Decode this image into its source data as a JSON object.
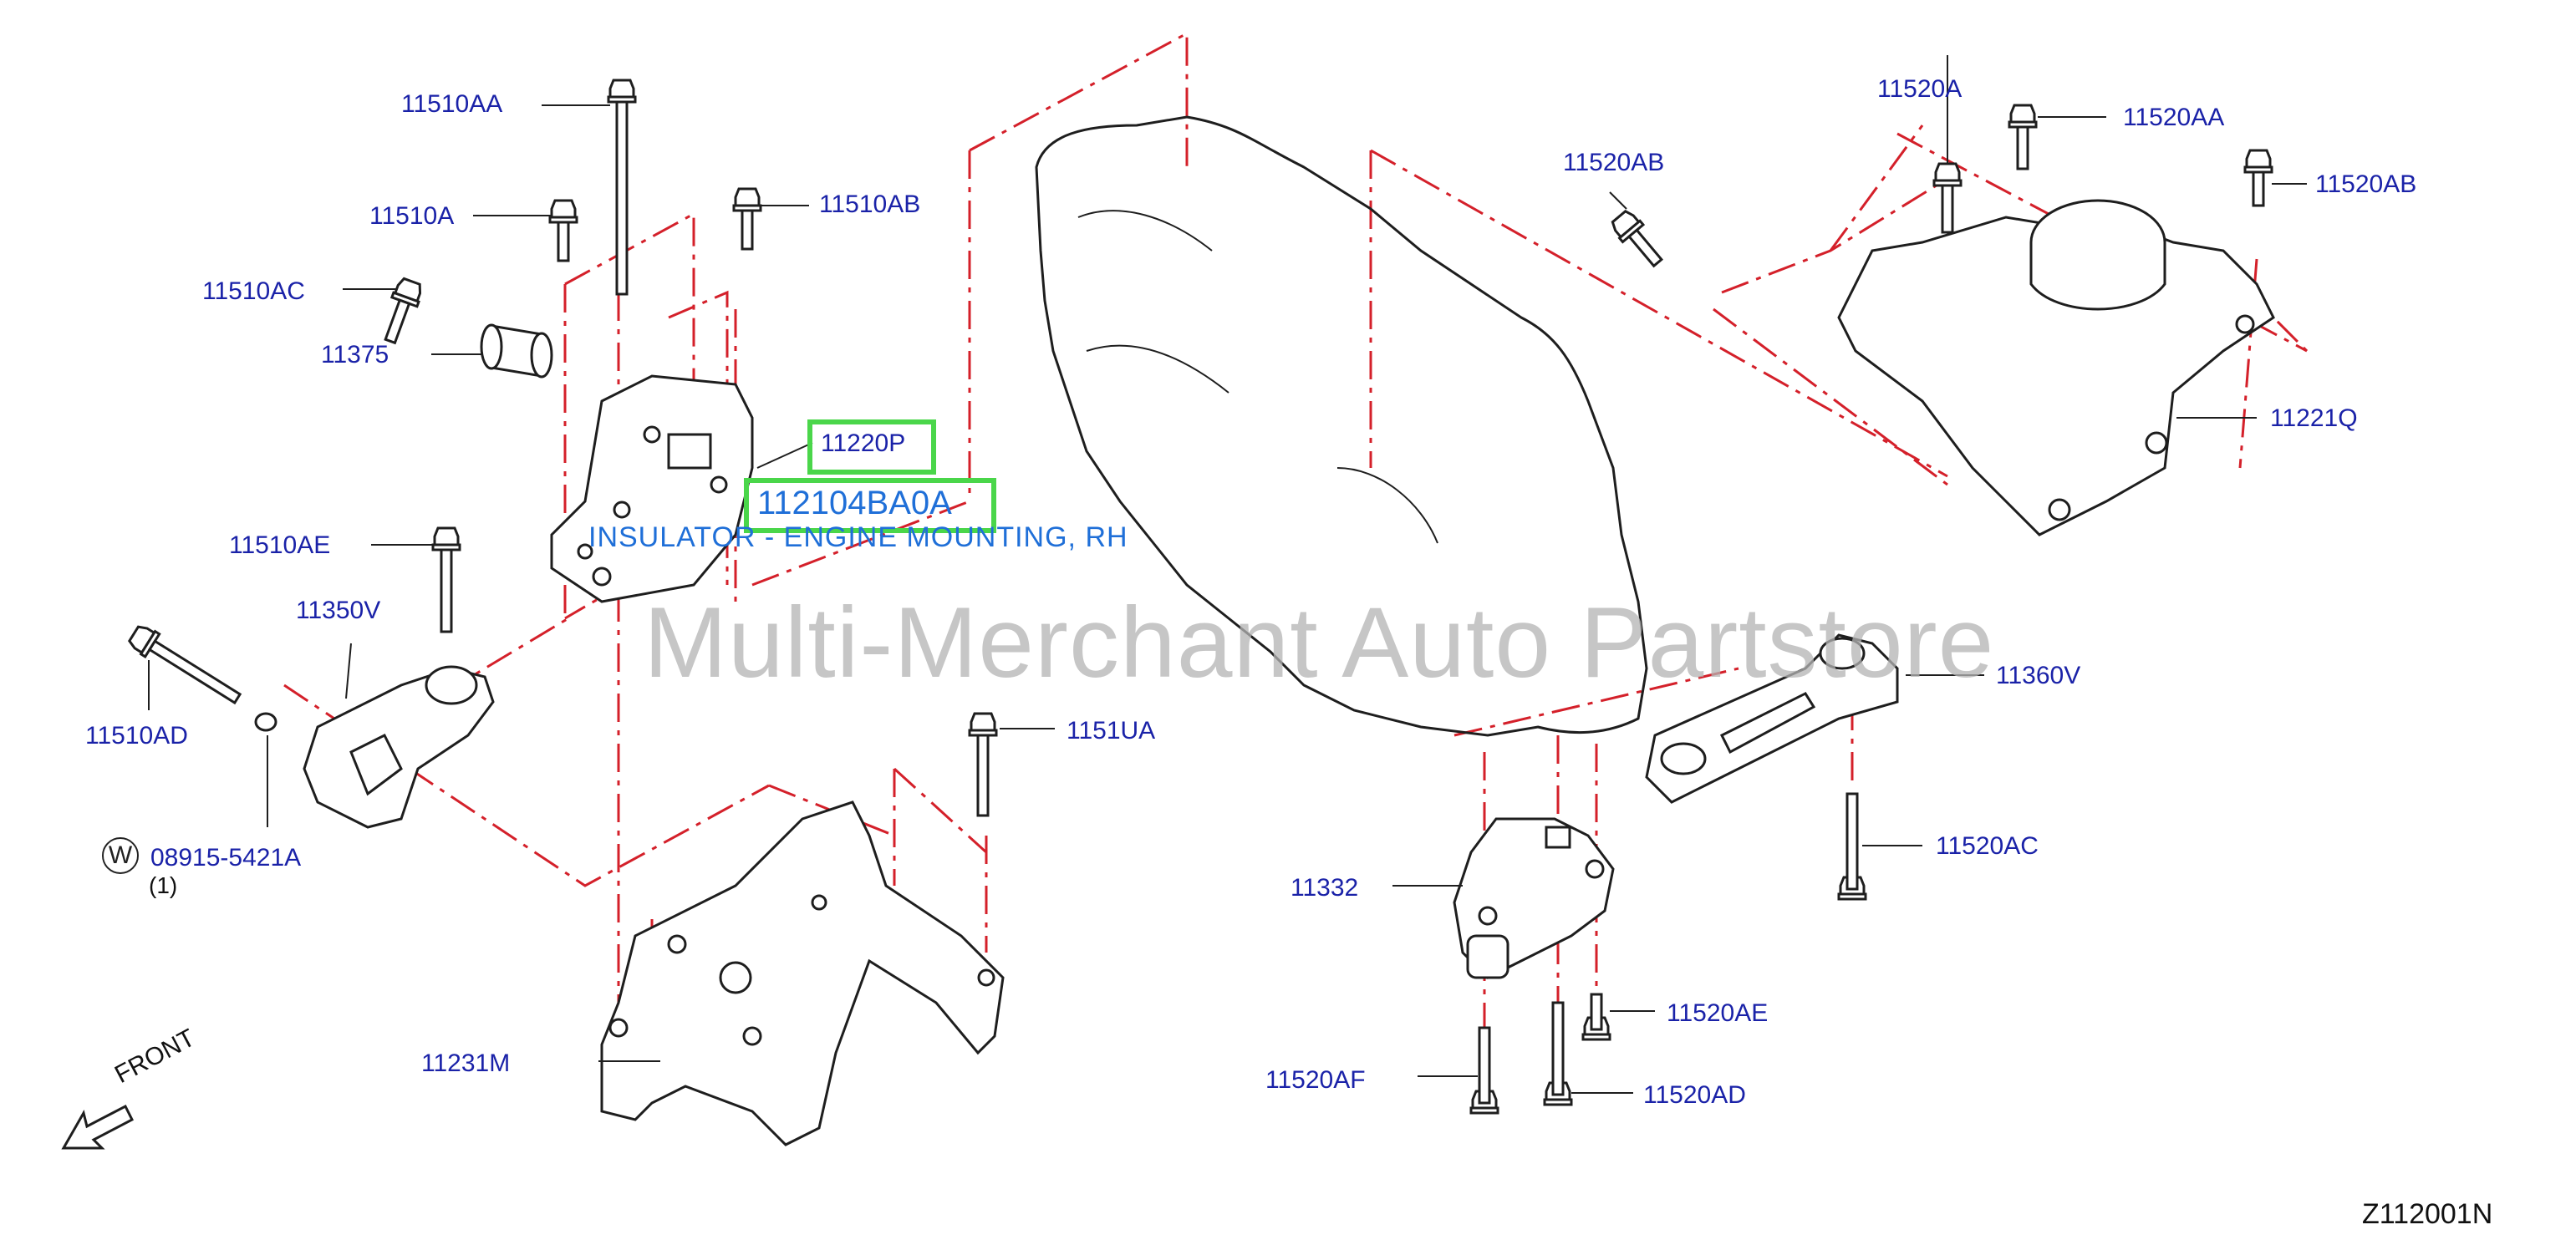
{
  "labels": {
    "p11510AA": "11510AA",
    "p11510A": "11510A",
    "p11510AB": "11510AB",
    "p11510AC": "11510AC",
    "p11375": "11375",
    "p11510AE": "11510AE",
    "p11350V": "11350V",
    "p11510AD": "11510AD",
    "p08915": "08915-5421A",
    "p1151UA": "1151UA",
    "p11231M": "11231M",
    "p11520A": "11520A",
    "p11520AA": "11520AA",
    "p11520AB_left": "11520AB",
    "p11520AB_right": "11520AB",
    "p11221Q": "11221Q",
    "p11360V": "11360V",
    "p11520AC": "11520AC",
    "p11332": "11332",
    "p11520AE": "11520AE",
    "p11520AF": "11520AF",
    "p11520AD": "11520AD"
  },
  "highlight": {
    "small_part": "11220P",
    "large_part": "112104BA0A",
    "description": "INSULATOR - ENGINE MOUNTING, RH"
  },
  "washer": {
    "symbol": "W",
    "qty": "(1)"
  },
  "front_label": "FRONT",
  "watermark": "Multi-Merchant Auto Partstore",
  "diagram_code": "Z112001N",
  "colors": {
    "label_blue": "#1a22a8",
    "highlight_green": "#4ad64a",
    "leader_red": "#d4202a",
    "outline": "#1e1e1e"
  }
}
